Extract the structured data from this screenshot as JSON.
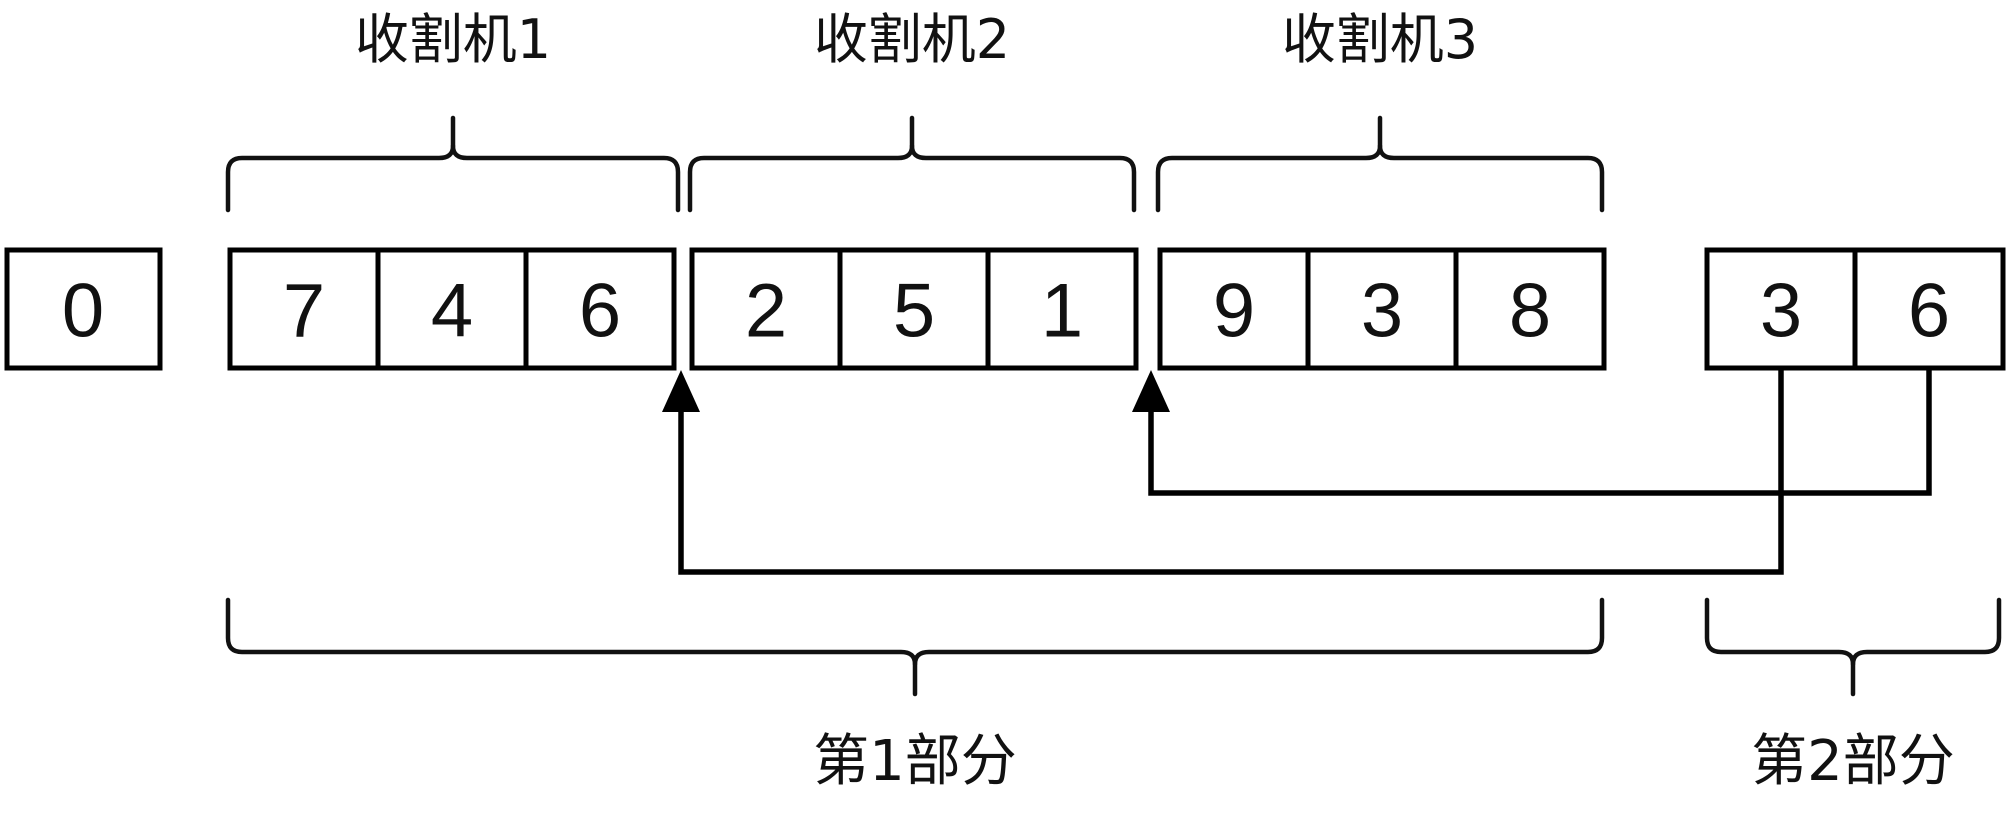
{
  "diagram": {
    "title": "",
    "colors": {
      "stroke": "#000000",
      "text": "#111111",
      "background": "#ffffff"
    },
    "standalone_cell": {
      "value": "0"
    },
    "groups": [
      {
        "id": "harvester-1",
        "label": "收割机1",
        "cells": [
          {
            "value": "7"
          },
          {
            "value": "4"
          },
          {
            "value": "6"
          }
        ]
      },
      {
        "id": "harvester-2",
        "label": "收割机2",
        "cells": [
          {
            "value": "2"
          },
          {
            "value": "5"
          },
          {
            "value": "1"
          }
        ]
      },
      {
        "id": "harvester-3",
        "label": "收割机3",
        "cells": [
          {
            "value": "9"
          },
          {
            "value": "3"
          },
          {
            "value": "8"
          }
        ]
      },
      {
        "id": "tail-group",
        "label": "",
        "cells": [
          {
            "value": "3"
          },
          {
            "value": "6"
          }
        ]
      }
    ],
    "parts": [
      {
        "id": "part-1",
        "label": "第1部分"
      },
      {
        "id": "part-2",
        "label": "第2部分"
      }
    ],
    "connectors": [
      {
        "id": "connector-3-to-group2",
        "source_value": "3",
        "target_label": "group-2-start"
      },
      {
        "id": "connector-6-to-group3",
        "source_value": "6",
        "target_label": "group-3-start"
      }
    ]
  }
}
